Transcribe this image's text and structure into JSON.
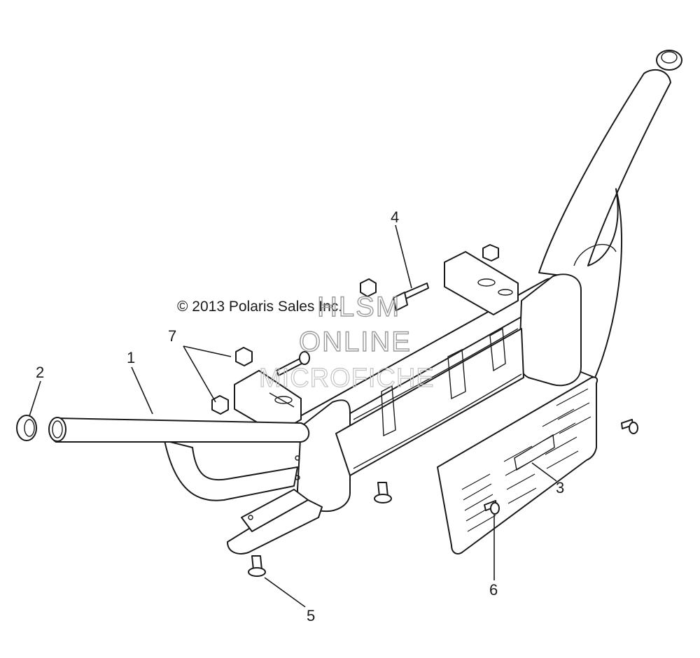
{
  "copyright": "© 2013 Polaris Sales Inc.",
  "watermark": {
    "line1": "HLSM",
    "line2": "ONLINE",
    "line3": "MICROFICHE"
  },
  "callouts": [
    "1",
    "2",
    "3",
    "4",
    "5",
    "6",
    "7"
  ]
}
